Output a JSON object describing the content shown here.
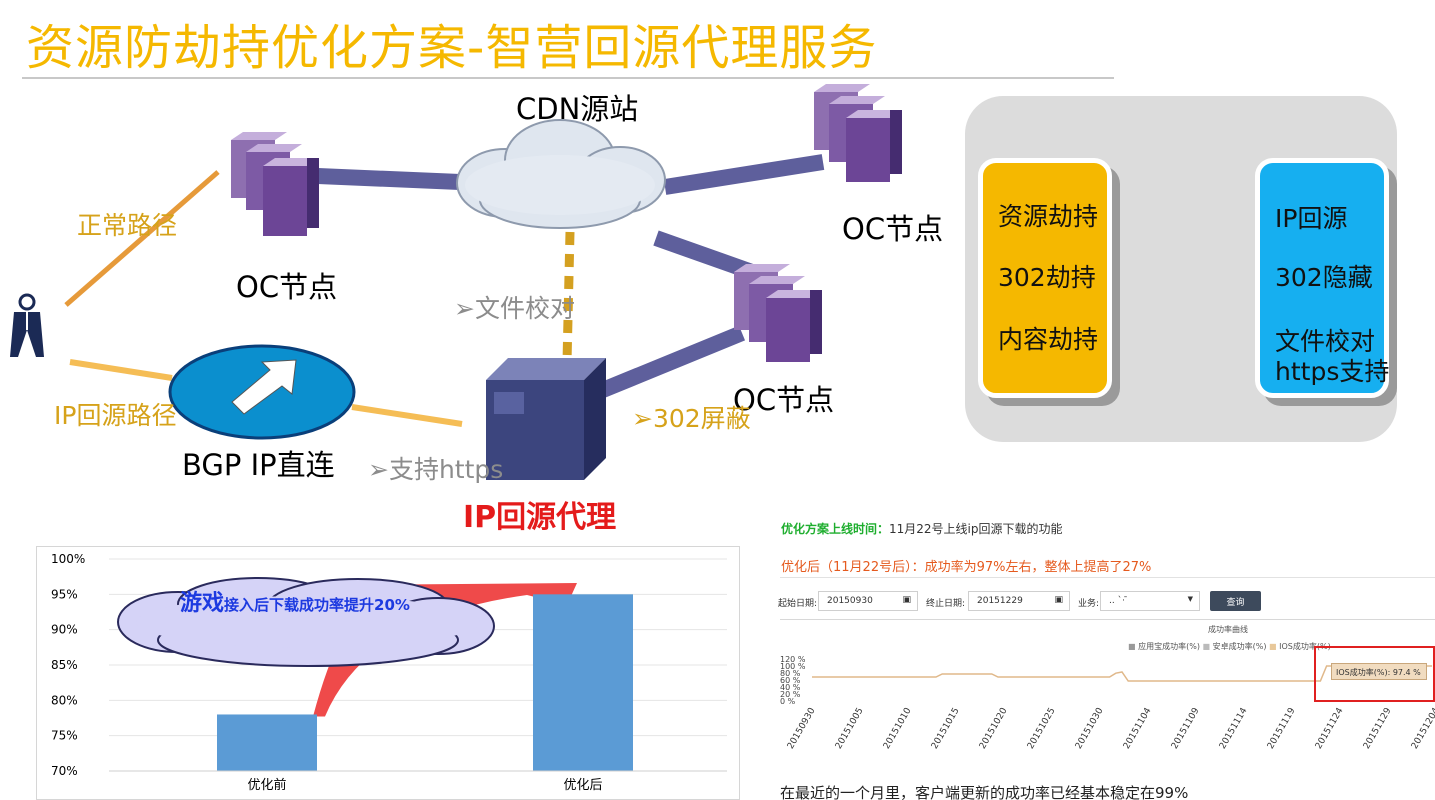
{
  "title": "资源防劫持优化方案-智营回源代理服务",
  "network": {
    "cdn_label": "CDN源站",
    "oc_node_label": "OC节点",
    "normal_path": "正常路径",
    "ip_path": "IP回源路径",
    "bgp_label": "BGP IP直连",
    "file_check": "➢文件校对",
    "support_https": "➢支持https",
    "shield_302": "➢302屏蔽",
    "proxy_label": "IP回源代理"
  },
  "panel": {
    "left_items": [
      "资源劫持",
      "302劫持",
      "内容劫持"
    ],
    "right_items": [
      "IP回源",
      "302隐藏",
      "文件校对",
      "https支持"
    ],
    "left_color": "#f5b800",
    "right_color": "#16aff0",
    "arrow_color": "#e8481f"
  },
  "bar_chart": {
    "chart_data": {
      "type": "bar",
      "categories": [
        "优化前",
        "优化后"
      ],
      "values": [
        78,
        95
      ],
      "ylim": [
        70,
        100
      ],
      "yticks": [
        "100%",
        "95%",
        "90%",
        "85%",
        "80%",
        "75%",
        "70%"
      ],
      "bar_color": "#5b9bd5",
      "annotation_big": "游戏",
      "annotation_small": "接入后下载成功率提升20%"
    }
  },
  "screenshot": {
    "online_label": "优化方案上线时间：",
    "online_text": "11月22号上线ip回源下载的功能",
    "after_text": "优化后（11月22号后）：成功率为97%左右，整体上提高了27%",
    "start_label": "起始日期:",
    "start_value": "20150930",
    "end_label": "终止日期:",
    "end_value": "20151229",
    "biz_label": "业务:",
    "biz_value": "..  `· ̄",
    "query_button": "查询",
    "chart_title": "成功率曲线",
    "legend": [
      "应用宝成功率(%)",
      "安卓成功率(%)",
      "IOS成功率(%)"
    ],
    "y_ticks": [
      "120 %",
      "100 %",
      "80 %",
      "60 %",
      "40 %",
      "20 %",
      "0 %"
    ],
    "tooltip": "IOS成功率(%): 97.4 %",
    "dates": [
      "20150930",
      "20151005",
      "20151010",
      "20151015",
      "20151020",
      "20151025",
      "20151030",
      "20151104",
      "20151109",
      "20151114",
      "20151119",
      "20151124",
      "20151129",
      "20151204"
    ],
    "bottom_note": "在最近的一个月里，客户端更新的成功率已经基本稳定在99%"
  }
}
